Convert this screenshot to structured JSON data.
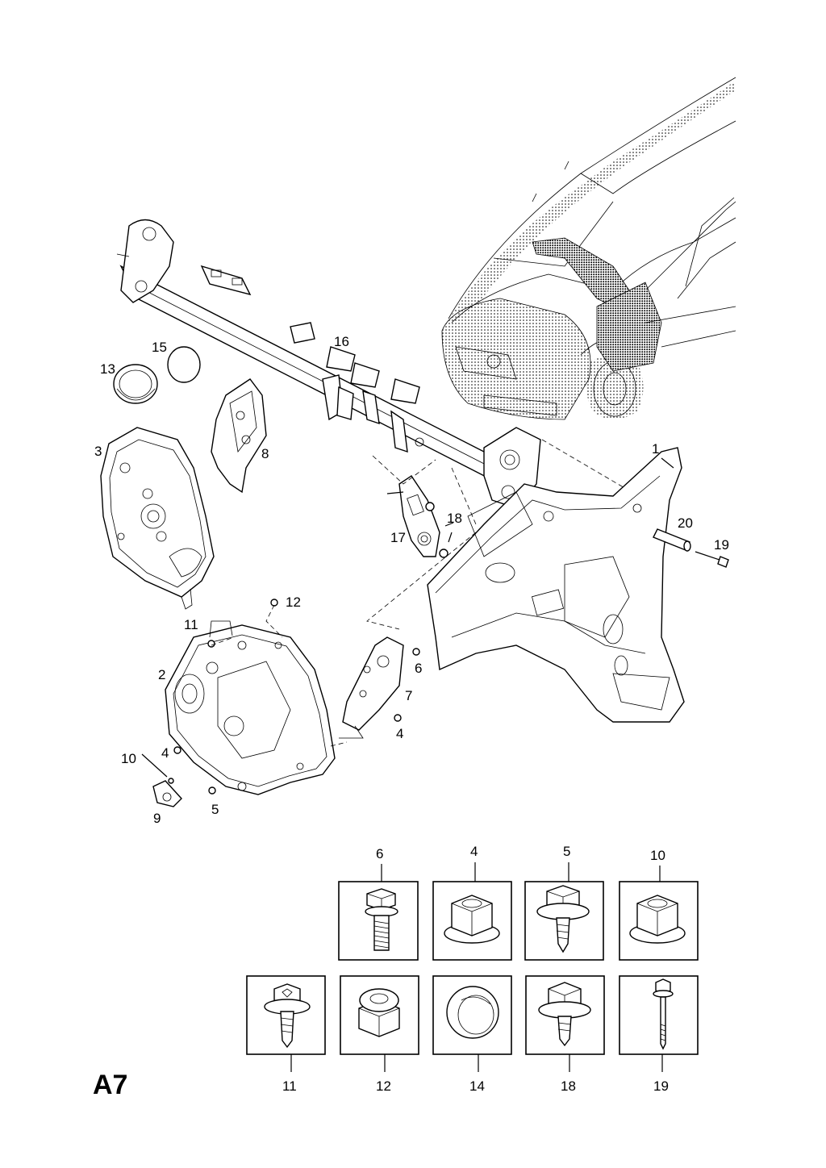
{
  "page": {
    "code": "A7"
  },
  "callouts": {
    "c1": "1",
    "c2": "2",
    "c3": "3",
    "c4a": "4",
    "c4b": "4",
    "c5": "5",
    "c6": "6",
    "c7": "7",
    "c8": "8",
    "c9": "9",
    "c10": "10",
    "c11": "11",
    "c12": "12",
    "c13": "13",
    "c15": "15",
    "c16": "16",
    "c17": "17",
    "c18": "18",
    "c19": "19",
    "c20": "20"
  },
  "fasteners": {
    "top_row": [
      "6",
      "4",
      "5",
      "10"
    ],
    "bottom_row": [
      "11",
      "12",
      "14",
      "18",
      "19"
    ]
  }
}
